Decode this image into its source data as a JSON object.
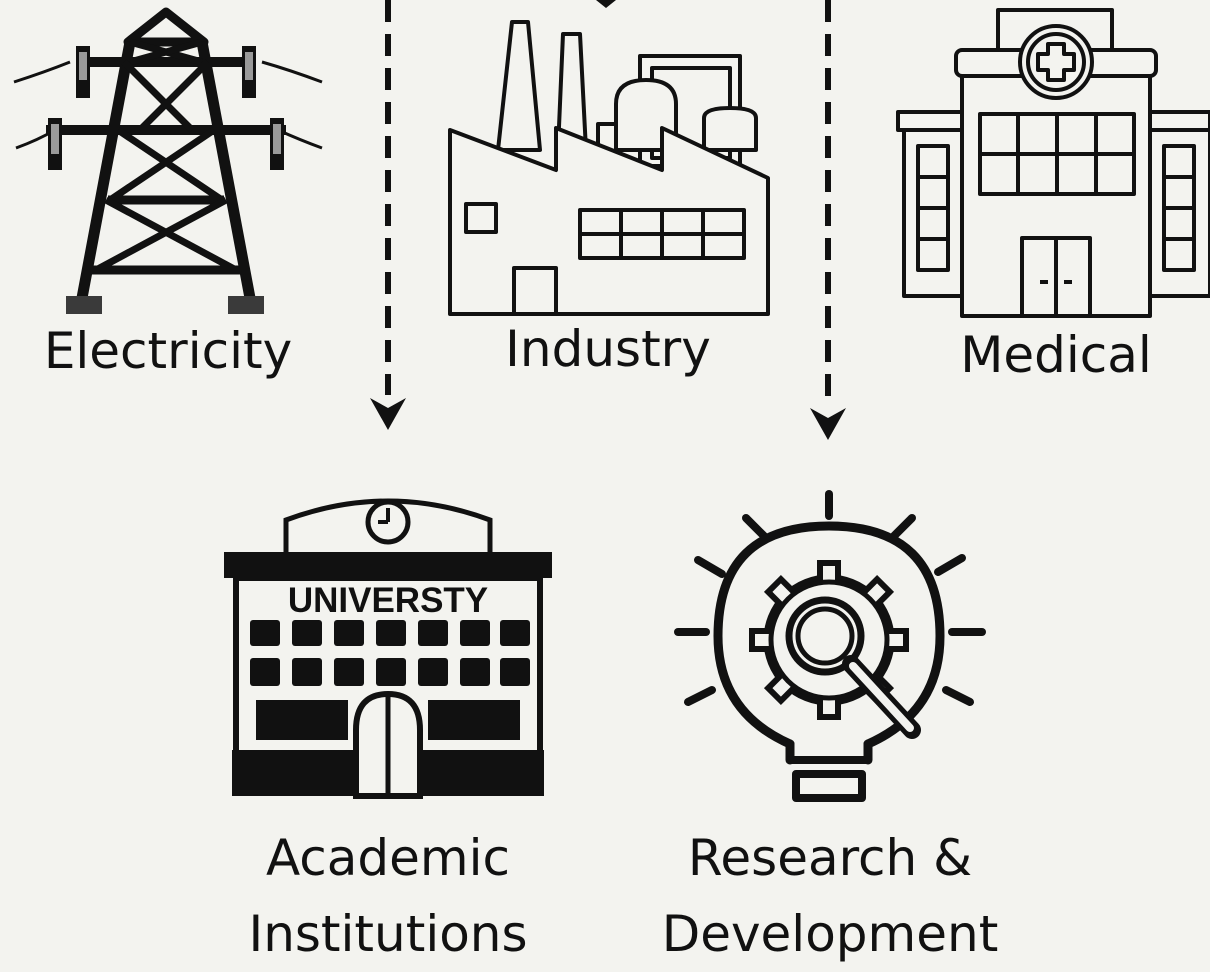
{
  "nodes": {
    "electricity": {
      "label": "Electricity"
    },
    "industry": {
      "label": "Industry"
    },
    "medical": {
      "label": "Medical"
    },
    "academic": {
      "label_line1": "Academic",
      "label_line2": "Institutions",
      "sign_text": "UNIVERSTY"
    },
    "research": {
      "label_line1": "Research &",
      "label_line2": "Development"
    }
  },
  "colors": {
    "background": "#f3f3ef",
    "ink": "#111111",
    "accent_gray": "#9a9a9a"
  },
  "icons": [
    "power-tower-icon",
    "factory-icon",
    "hospital-icon",
    "university-building-icon",
    "lightbulb-gear-icon"
  ],
  "edges": [
    "left-dashed-arrow",
    "right-dashed-arrow",
    "top-arrow"
  ]
}
